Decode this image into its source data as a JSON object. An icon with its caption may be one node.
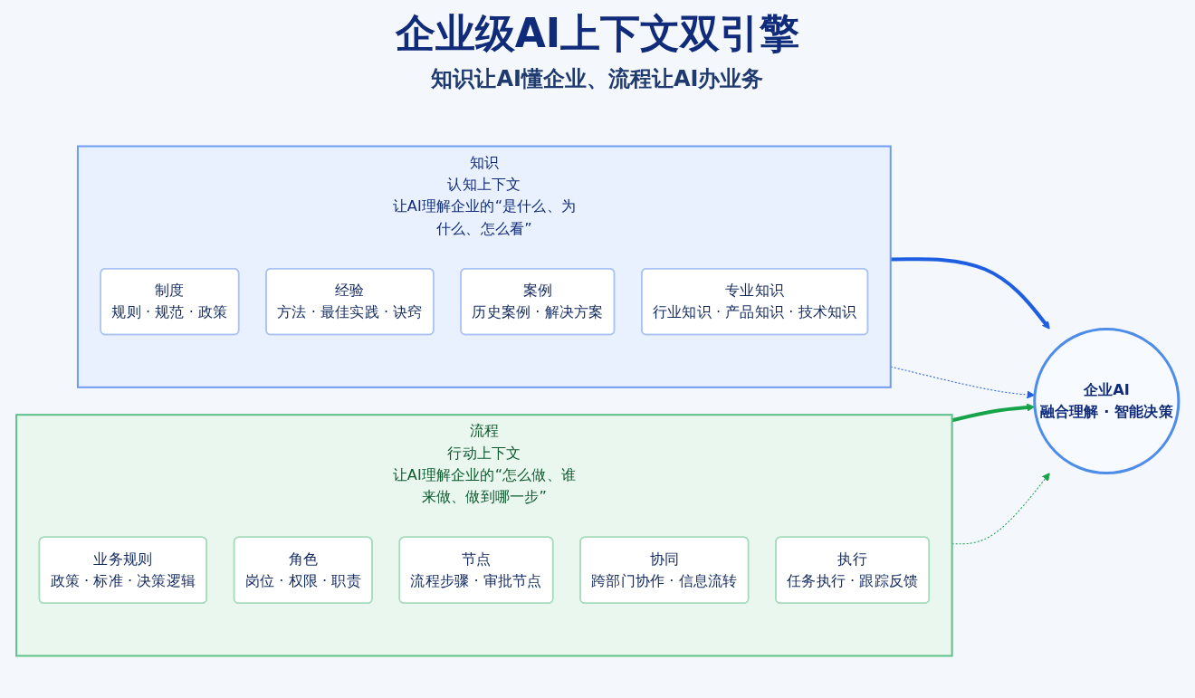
{
  "diagram": {
    "title": "企业级AI上下文双引擎",
    "nodes": [
      {
        "text": [
          "知识",
          "认知上下文",
          "让AI理解企业的“是什么、为什么、怎么看”"
        ]
      },
      {
        "text": [
          "制度",
          "规则 · 规范 · 政策"
        ],
        "in": 0
      },
      {
        "text": [
          "经验",
          "方法 · 最佳实践 · 诀窍"
        ],
        "in": 0
      },
      {
        "text": [
          "案例",
          "历史案例 · 解决方案"
        ],
        "in": 0
      },
      {
        "text": [
          "专业知识",
          "行业知识 · 产品知识 · 技术知识"
        ],
        "in": 0
      },
      {
        "text": [
          "流程",
          "行动上下文",
          "让AI理解企业的“怎么做、谁来做、做到哪一步”"
        ]
      },
      {
        "text": [
          "业务规则",
          "政策 · 标准 · 决策逻辑"
        ],
        "in": 5
      },
      {
        "text": [
          "角色",
          "岗位 · 权限 · 职责"
        ],
        "in": 5
      },
      {
        "text": [
          "节点",
          "流程步骤 · 审批节点"
        ],
        "in": 5
      },
      {
        "text": [
          "协同",
          "跨部门协作 · 信息流转"
        ],
        "in": 5
      },
      {
        "text": [
          "执行",
          "任务执行 · 跟踪反馈"
        ],
        "in": 5
      },
      {
        "text": [
          "企业AI",
          "融合理解 · 智能决策"
        ]
      }
    ],
    "edges": [
      {
        "from": 0,
        "to": 11,
        "arrow": "to",
        "style": "thick",
        "color": "#1d5fe0"
      },
      {
        "from": 5,
        "to": 11,
        "arrow": "to",
        "style": "thick",
        "color": "#17a34a"
      },
      {
        "from": 0,
        "to": 11,
        "arrow": "to",
        "style": "dashed",
        "color": "#1d5fe0"
      },
      {
        "from": 5,
        "to": 11,
        "arrow": "to",
        "style": "dashed",
        "color": "#17a34a"
      }
    ],
    "labels": [
      "知识让AI懂企业、流程让AI办业务"
    ]
  }
}
